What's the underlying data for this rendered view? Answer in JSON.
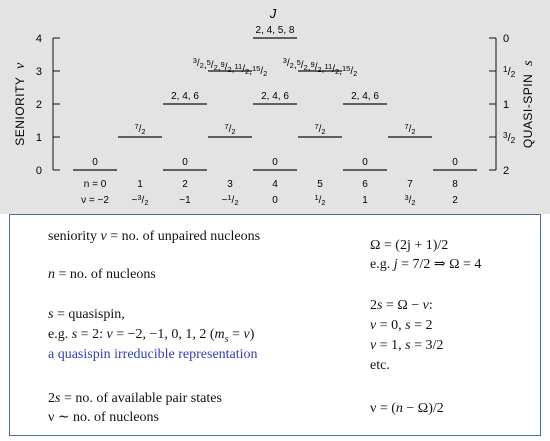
{
  "diagram": {
    "top_label": "J",
    "left_axis_label": "SENIORITY",
    "left_axis_symbol": "v",
    "right_axis_label": "QUASI-SPIN",
    "right_axis_symbol": "s",
    "left_ticks": [
      "0",
      "1",
      "2",
      "3",
      "4"
    ],
    "right_ticks": [
      "2",
      "3/2",
      "1",
      "1/2",
      "0"
    ],
    "n_row": [
      "n = 0",
      "1",
      "2",
      "3",
      "4",
      "5",
      "6",
      "7",
      "8"
    ],
    "nu_row": [
      "ν = −2",
      "−3/2",
      "−1",
      "−1/2",
      "0",
      "1/2",
      "1",
      "3/2",
      "2"
    ],
    "levels": [
      {
        "n": 0,
        "seniority": 0,
        "label": "0"
      },
      {
        "n": 2,
        "seniority": 0,
        "label": "0"
      },
      {
        "n": 4,
        "seniority": 0,
        "label": "0"
      },
      {
        "n": 6,
        "seniority": 0,
        "label": "0"
      },
      {
        "n": 8,
        "seniority": 0,
        "label": "0"
      },
      {
        "n": 1,
        "seniority": 1,
        "label": "7/2"
      },
      {
        "n": 3,
        "seniority": 1,
        "label": "7/2"
      },
      {
        "n": 5,
        "seniority": 1,
        "label": "7/2"
      },
      {
        "n": 7,
        "seniority": 1,
        "label": "7/2"
      },
      {
        "n": 2,
        "seniority": 2,
        "label": "2, 4, 6"
      },
      {
        "n": 4,
        "seniority": 2,
        "label": "2, 4, 6"
      },
      {
        "n": 6,
        "seniority": 2,
        "label": "2, 4, 6"
      },
      {
        "n": 3,
        "seniority": 3,
        "label": "3/2,5/2,9/2,11/2,15/2"
      },
      {
        "n": 5,
        "seniority": 3,
        "label": "3/2,5/2,9/2,11/2,15/2"
      },
      {
        "n": 4,
        "seniority": 4,
        "label": "2, 4, 5, 8"
      }
    ]
  },
  "notes": {
    "seniority_pre": "seniority ",
    "seniority_sym": "v",
    "seniority_post": " = no. of unpaired nucleons",
    "n_sym": "n",
    "n_post": " = no. of nucleons",
    "s_sym": "s",
    "s_post": " = quasispin,",
    "eg_pre": "e.g. ",
    "eg_s": "s",
    "eg_mid": " = 2: ",
    "eg_v": "v",
    "eg_values": " = −2, −1, 0, 1, 2 (",
    "eg_ms": "m",
    "eg_ms_sub": "s",
    "eg_eq": " = ",
    "eg_v2": "v",
    "eg_close": ")",
    "irrep_line": "a quasispin irreducible representation",
    "twos_pre": "2",
    "twos_sym": "s",
    "twos_post": " = no. of available pair states",
    "nu_line": "ν ∼ no. of nucleons",
    "omega_def": "Ω = (2j + 1)/2",
    "omega_eg_pre": "e.g. ",
    "omega_eg_j": "j",
    "omega_eg_post": " = 7/2 ⇒ Ω = 4",
    "two_s_rel_pre": "2",
    "two_s_rel_s": "s",
    "two_s_rel_mid": " = Ω − ",
    "two_s_rel_v": "v",
    "two_s_rel_post": ":",
    "case1_v": "v",
    "case1_mid": " = 0, ",
    "case1_s": "s",
    "case1_post": " = 2",
    "case2_v": "v",
    "case2_mid": " = 1, ",
    "case2_s": "s",
    "case2_post": " = 3/2",
    "etc": "etc.",
    "nu_formula_pre": "ν = (",
    "nu_formula_n": "n",
    "nu_formula_post": " − Ω)/2"
  }
}
